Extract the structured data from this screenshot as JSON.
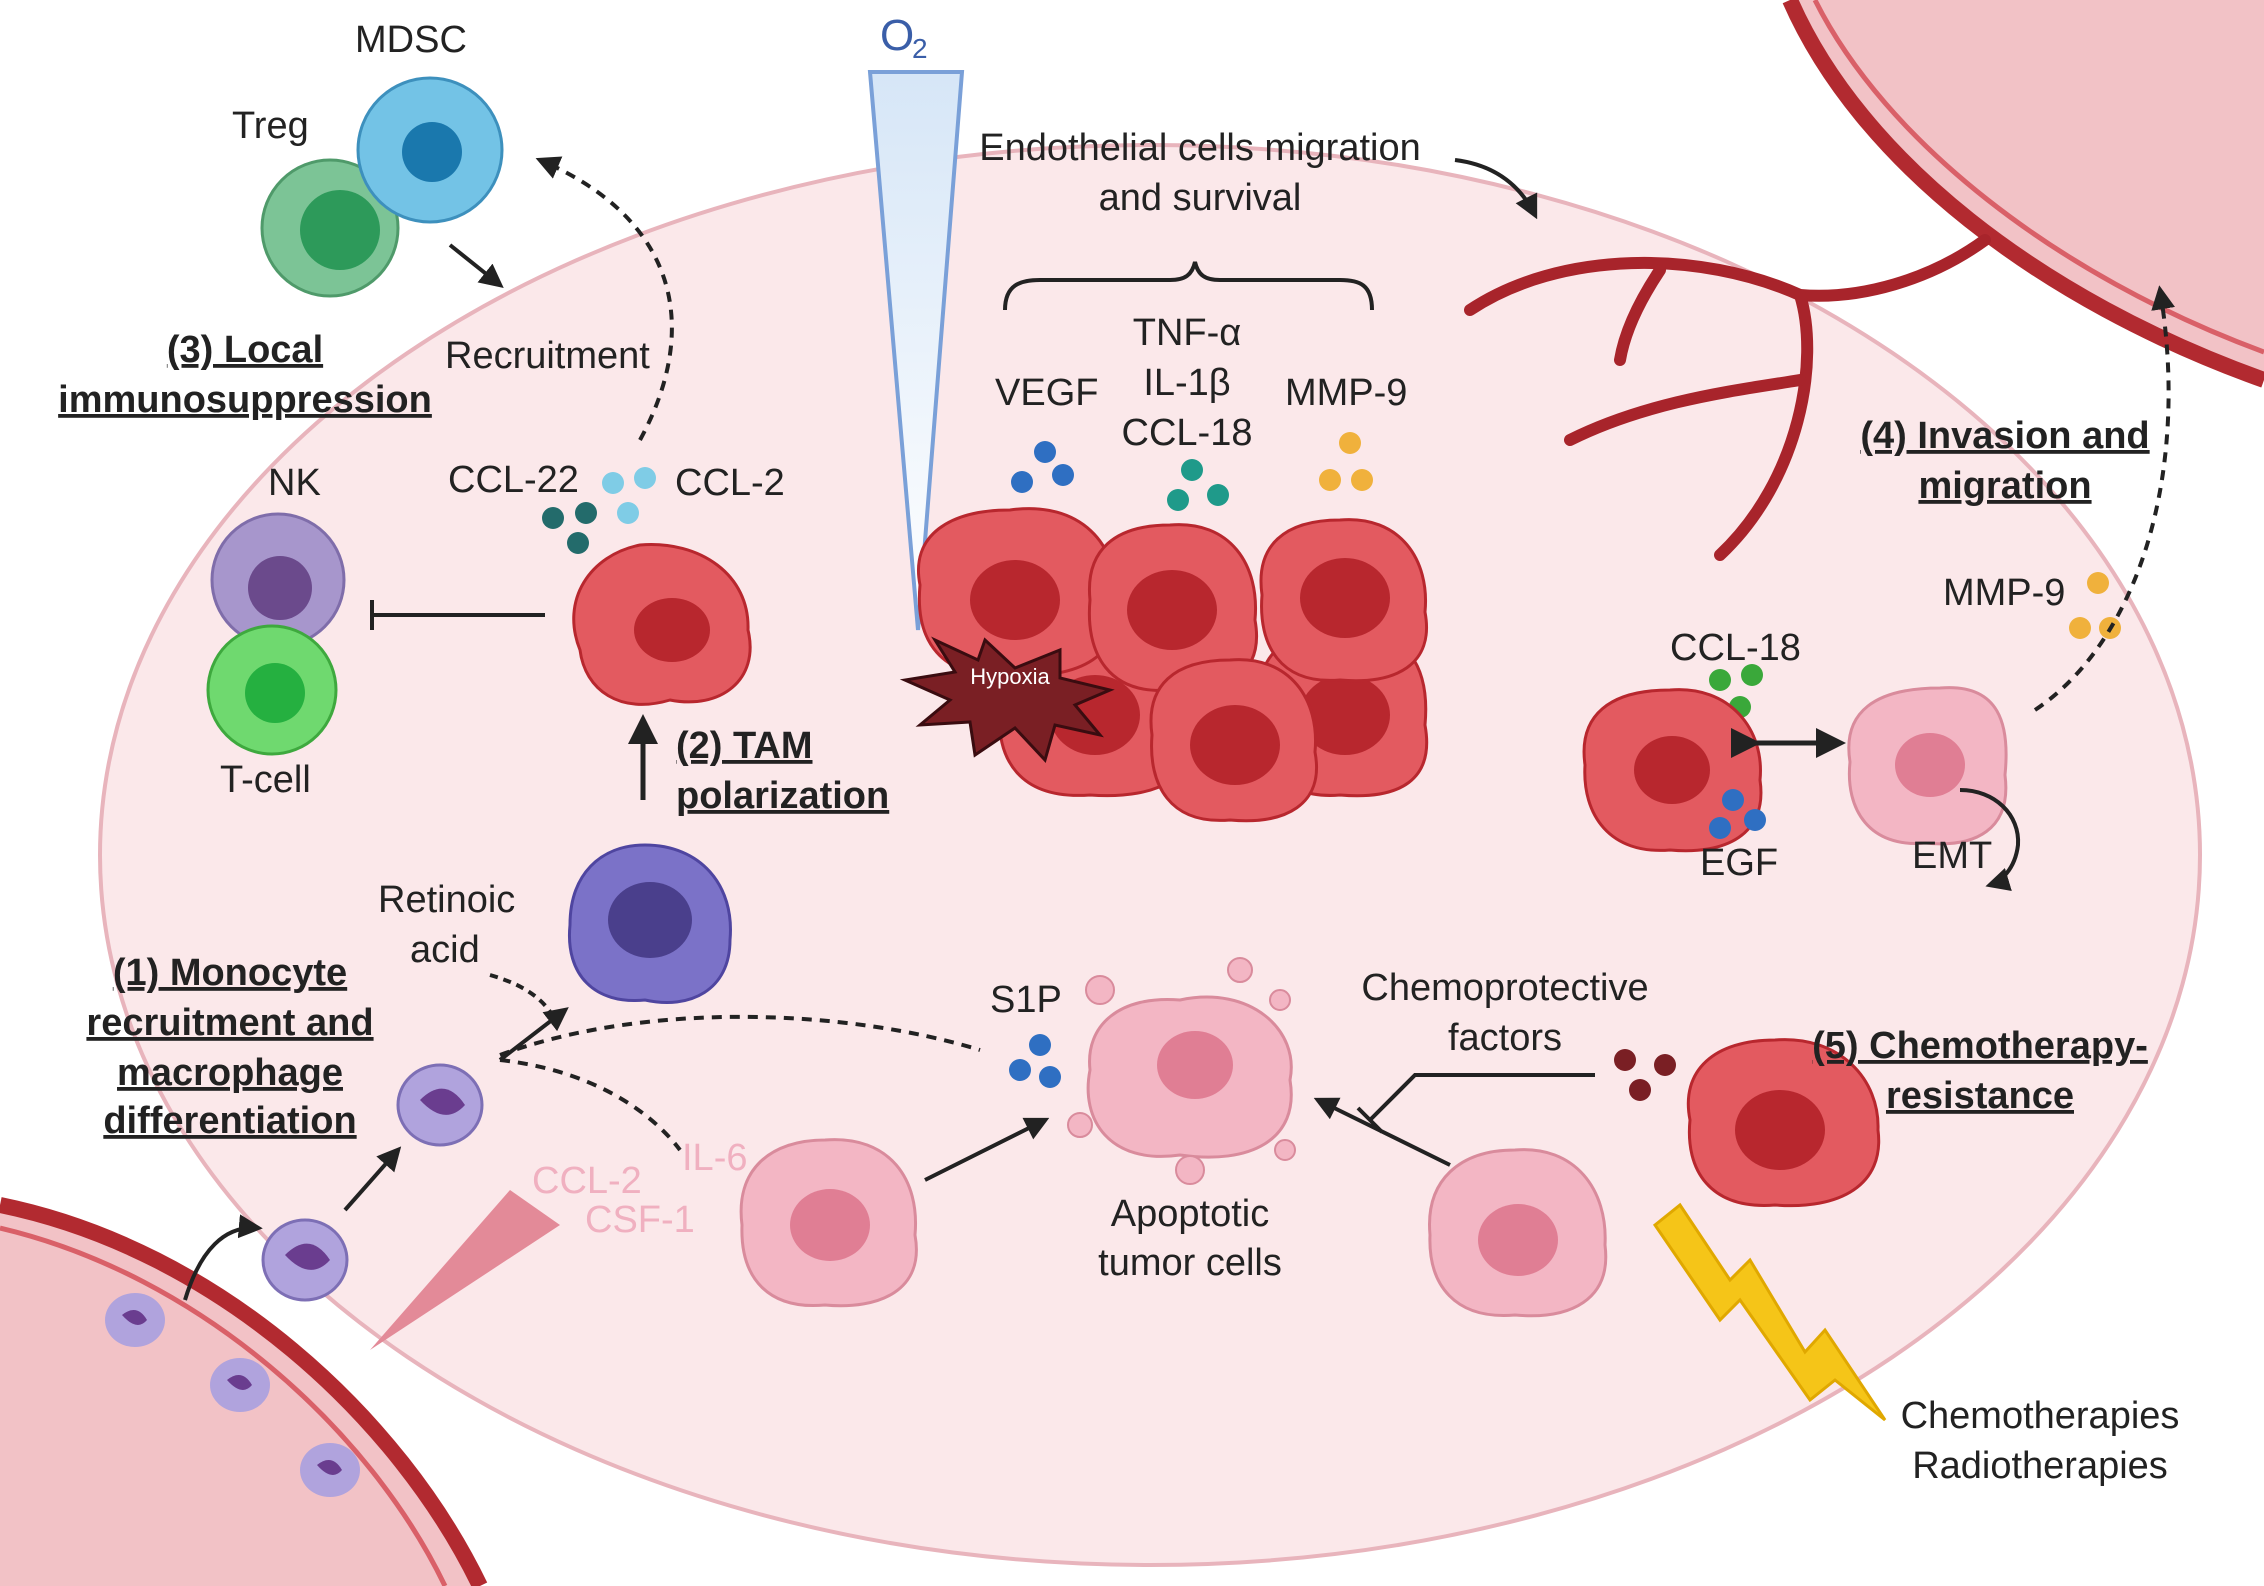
{
  "labels": {
    "mdsc": "MDSC",
    "treg": "Treg",
    "recruitment": "Recruitment",
    "nk": "NK",
    "t_cell": "T-cell",
    "ccl22": "CCL-22",
    "ccl2_top": "CCL-2",
    "retinoic_1": "Retinoic",
    "retinoic_2": "acid",
    "il6": "IL-6",
    "ccl2_bottom": "CCL-2",
    "csf1": "CSF-1",
    "s1p": "S1P",
    "apoptotic_1": "Apoptotic",
    "apoptotic_2": "tumor cells",
    "chemoprotective_1": "Chemoprotective",
    "chemoprotective_2": "factors",
    "chemo_1": "Chemotherapies",
    "chemo_2": "Radiotherapies",
    "o2": "O",
    "o2_sub": "2",
    "endothelial_1": "Endothelial cells migration",
    "endothelial_2": "and survival",
    "vegf": "VEGF",
    "tnfa": "TNF-α",
    "il1b": "IL-1β",
    "ccl18_top": "CCL-18",
    "mmp9_top": "MMP-9",
    "hypoxia": "Hypoxia",
    "mmp9_right": "MMP-9",
    "ccl18_right": "CCL-18",
    "egf": "EGF",
    "emt": "EMT"
  },
  "headings": {
    "step1": [
      "(1) Monocyte",
      "recruitment and",
      "macrophage",
      "differentiation"
    ],
    "step2": [
      "(2) TAM",
      "polarization"
    ],
    "step3": [
      "(3) Local",
      "immunosuppression"
    ],
    "step4": [
      "(4) Invasion and",
      "migration"
    ],
    "step5": [
      "(5) Chemotherapy-",
      "resistance"
    ]
  },
  "colors": {
    "background_ellipse": "#fbe8ea",
    "ellipse_border": "#e8b4bc",
    "vessel": "#b22a30",
    "tumor_cell": "#e35a60",
    "tumor_nucleus": "#b8272e",
    "pale_cell": "#f3b6c4",
    "macrophage": "#7b72c8",
    "monocyte": "#b0a3dd",
    "mdsc": "#73c3e6",
    "treg": "#7cc496",
    "nk": "#a796cc",
    "t_cell": "#6fd96f",
    "vegf_dots": "#2f6fc2",
    "ccl18_dots": "#1f9a8a",
    "mmp9_dots": "#f0b13c",
    "lightning": "#f5c518"
  }
}
